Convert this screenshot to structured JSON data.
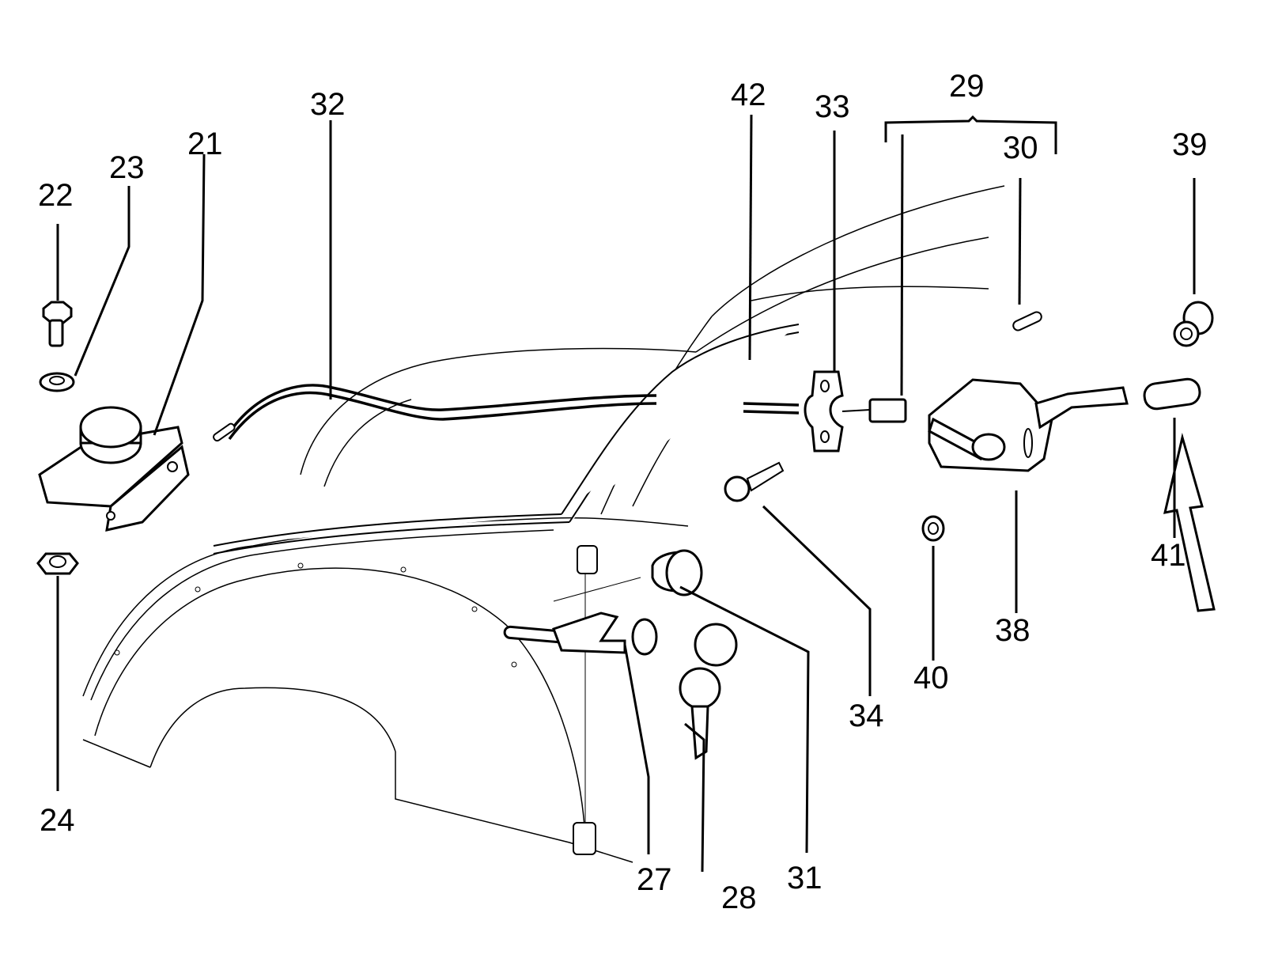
{
  "diagram": {
    "description": "Exploded parts diagram: front hood (bonnet) release cable, hood lock, handle and key assembly",
    "labels": [
      {
        "id": "21",
        "text": "21",
        "part": "hood-lock-plate"
      },
      {
        "id": "22",
        "text": "22",
        "part": "hex-bolt"
      },
      {
        "id": "23",
        "text": "23",
        "part": "spring-washer"
      },
      {
        "id": "24",
        "text": "24",
        "part": "hex-nut"
      },
      {
        "id": "27",
        "text": "27",
        "part": "lock-handle"
      },
      {
        "id": "28",
        "text": "28",
        "part": "keys"
      },
      {
        "id": "29",
        "text": "29",
        "part": "release-lever-assembly-bracket"
      },
      {
        "id": "30",
        "text": "30",
        "part": "split-pin"
      },
      {
        "id": "31",
        "text": "31",
        "part": "lock-cylinder-knob"
      },
      {
        "id": "32",
        "text": "32",
        "part": "release-cable"
      },
      {
        "id": "33",
        "text": "33",
        "part": "cable-clamp"
      },
      {
        "id": "34",
        "text": "34",
        "part": "self-tapping-screw"
      },
      {
        "id": "38",
        "text": "38",
        "part": "release-lever"
      },
      {
        "id": "39",
        "text": "39",
        "part": "bushing"
      },
      {
        "id": "40",
        "text": "40",
        "part": "grommet"
      },
      {
        "id": "41",
        "text": "41",
        "part": "lever-grip"
      },
      {
        "id": "42",
        "text": "42",
        "part": "seal-strip"
      }
    ]
  }
}
